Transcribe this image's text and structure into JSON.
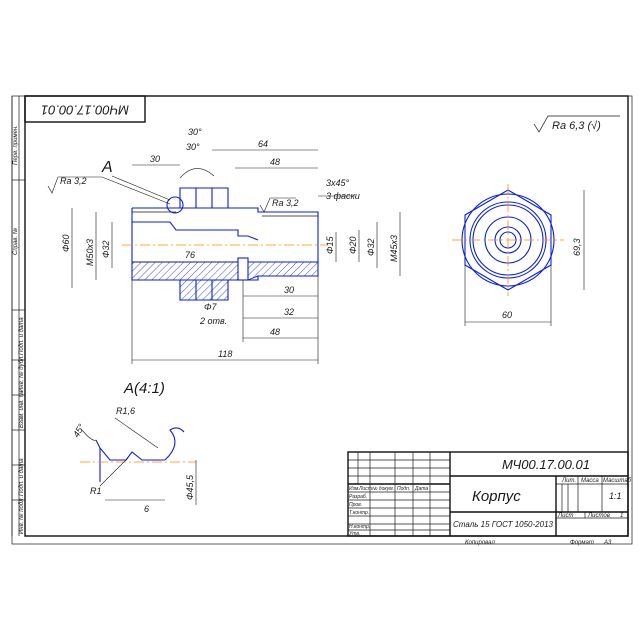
{
  "doc_code_rotated": "МЧ00.17.00.01",
  "roughness_general": "Ra 6,3 (√)",
  "section_label": "A",
  "detail_label": "A(4:1)",
  "left_strip": [
    "Перв. примен.",
    "Справ. №",
    "Подп. и дата",
    "Инв. № дубл.",
    "Взам. инв. №",
    "Подп. и дата",
    "Инв. № подл."
  ],
  "dims_left": {
    "d64": "64",
    "d30": "30",
    "d48a": "48",
    "a30a": "30°",
    "a30b": "30°",
    "ra_a": "Ra 3,2",
    "ra_b": "Ra 3,2",
    "chamfer": "3x45°",
    "chamfer_note": "3 фаски",
    "phi60": "Φ60",
    "m50": "M50х3",
    "phi32a": "Φ32",
    "d76": "76",
    "phi15": "Φ15",
    "phi20": "Φ20",
    "phi32b": "Φ32",
    "m45": "M45х3",
    "phi7": "Φ7",
    "two_holes": "2 отв.",
    "d30b": "30",
    "d32": "32",
    "d48b": "48",
    "d118": "118"
  },
  "dims_right": {
    "d60": "60",
    "d693": "69,3"
  },
  "detail_dims": {
    "r16": "R1,6",
    "a45": "45°",
    "r1": "R1",
    "d6": "6",
    "phi455": "Φ45,5"
  },
  "title_block": {
    "code": "МЧ00.17.00.01",
    "name": "Корпус",
    "material": "Сталь 15 ГОСТ 1050-2013",
    "hdr_lit": "Лит.",
    "hdr_mass": "Масса",
    "hdr_scale": "Масштаб",
    "scale_value": "1:1",
    "sheet": "Лист",
    "sheets": "Листов",
    "sheets_value": "1",
    "rows": [
      "Изм.",
      "Лист",
      "№ докум.",
      "Подп.",
      "Дата"
    ],
    "roles": [
      "Разраб.",
      "Пров.",
      "Т.контр.",
      "",
      "Н.контр.",
      "Утв."
    ],
    "copied": "Копировал",
    "format": "Формат",
    "format_value": "A3"
  },
  "colors": {
    "part": "#0b1fd6",
    "axis": "#ff8c00",
    "line": "#1a1a1a"
  }
}
